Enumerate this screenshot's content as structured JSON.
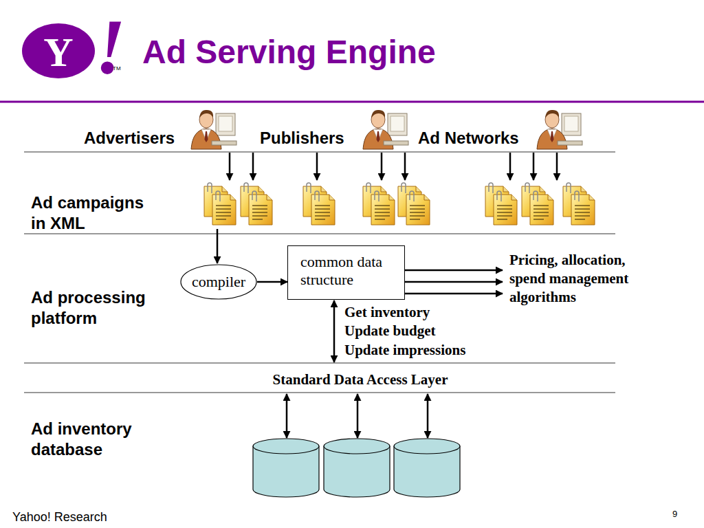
{
  "diagram": {
    "title": "Ad Serving Engine",
    "nodes": [
      {
        "text": [
          "compiler"
        ]
      },
      {
        "text": [
          "common data structure"
        ]
      }
    ],
    "edges": [
      {
        "from": 0,
        "to": 1,
        "arrow": "to"
      }
    ],
    "labels": [
      "Y",
      "!",
      "TM",
      "Advertisers",
      "Publishers",
      "Ad Networks",
      "Ad campaigns in XML",
      "Ad processing platform",
      "Ad inventory database",
      "Pricing, allocation, spend management algorithms",
      "Get inventory",
      "Update budget",
      "Update impressions",
      "Standard Data Access Layer",
      "Yahoo! Research",
      "9"
    ]
  }
}
